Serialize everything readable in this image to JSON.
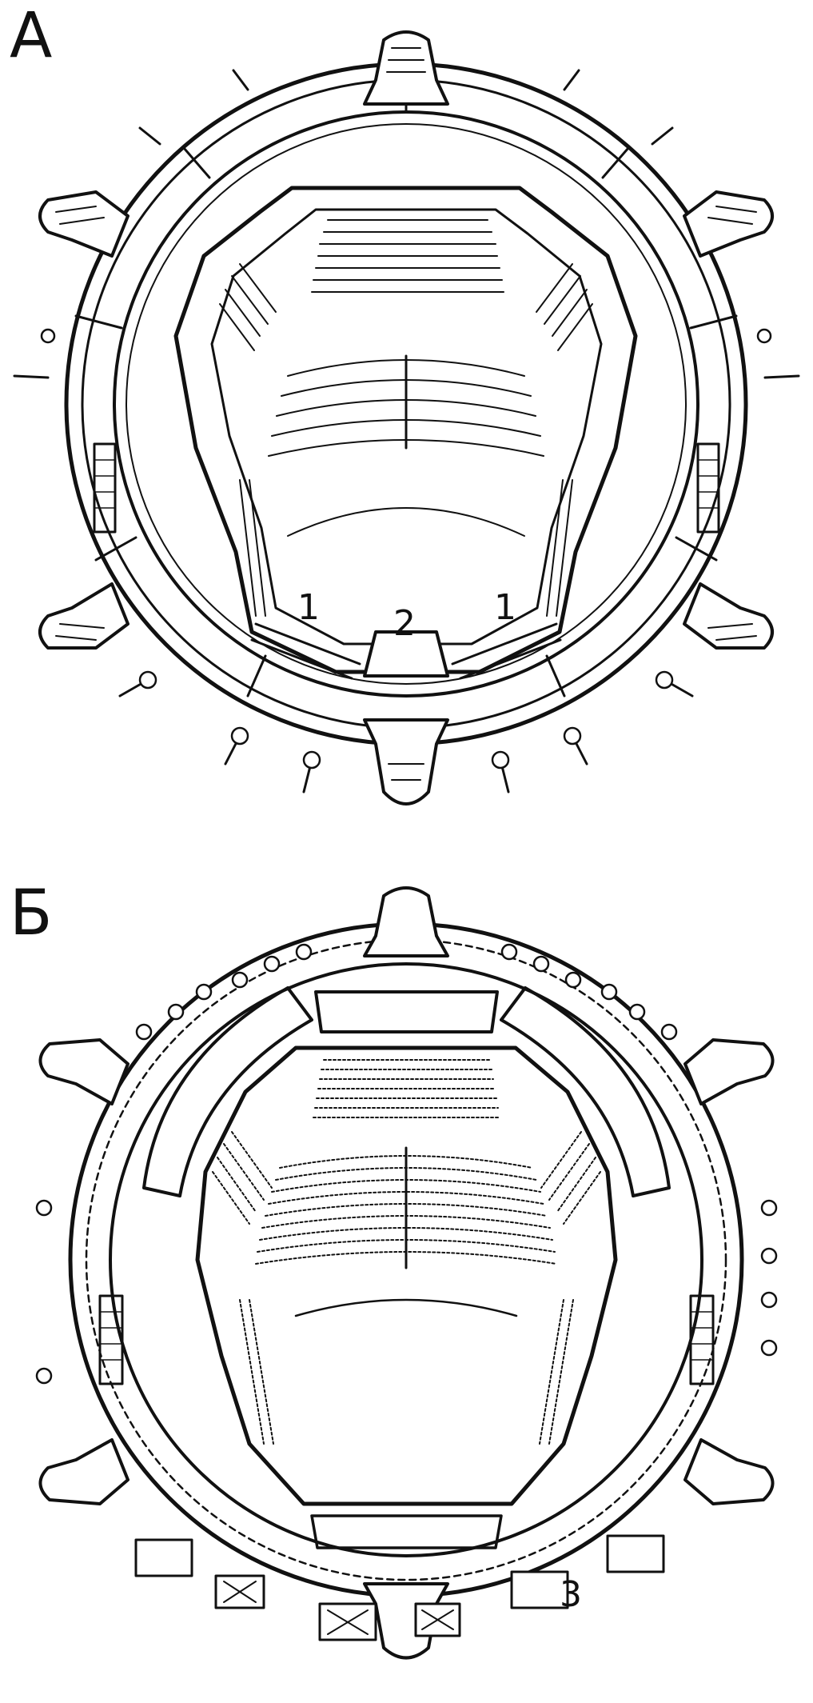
{
  "panels": [
    {
      "letter": "А",
      "callouts": [
        "1",
        "2",
        "1"
      ]
    },
    {
      "letter": "Б",
      "callouts": [
        "3"
      ]
    }
  ],
  "colors": {
    "ink": "#111111",
    "paper": "#ffffff",
    "fill": "#f4f4f4"
  }
}
